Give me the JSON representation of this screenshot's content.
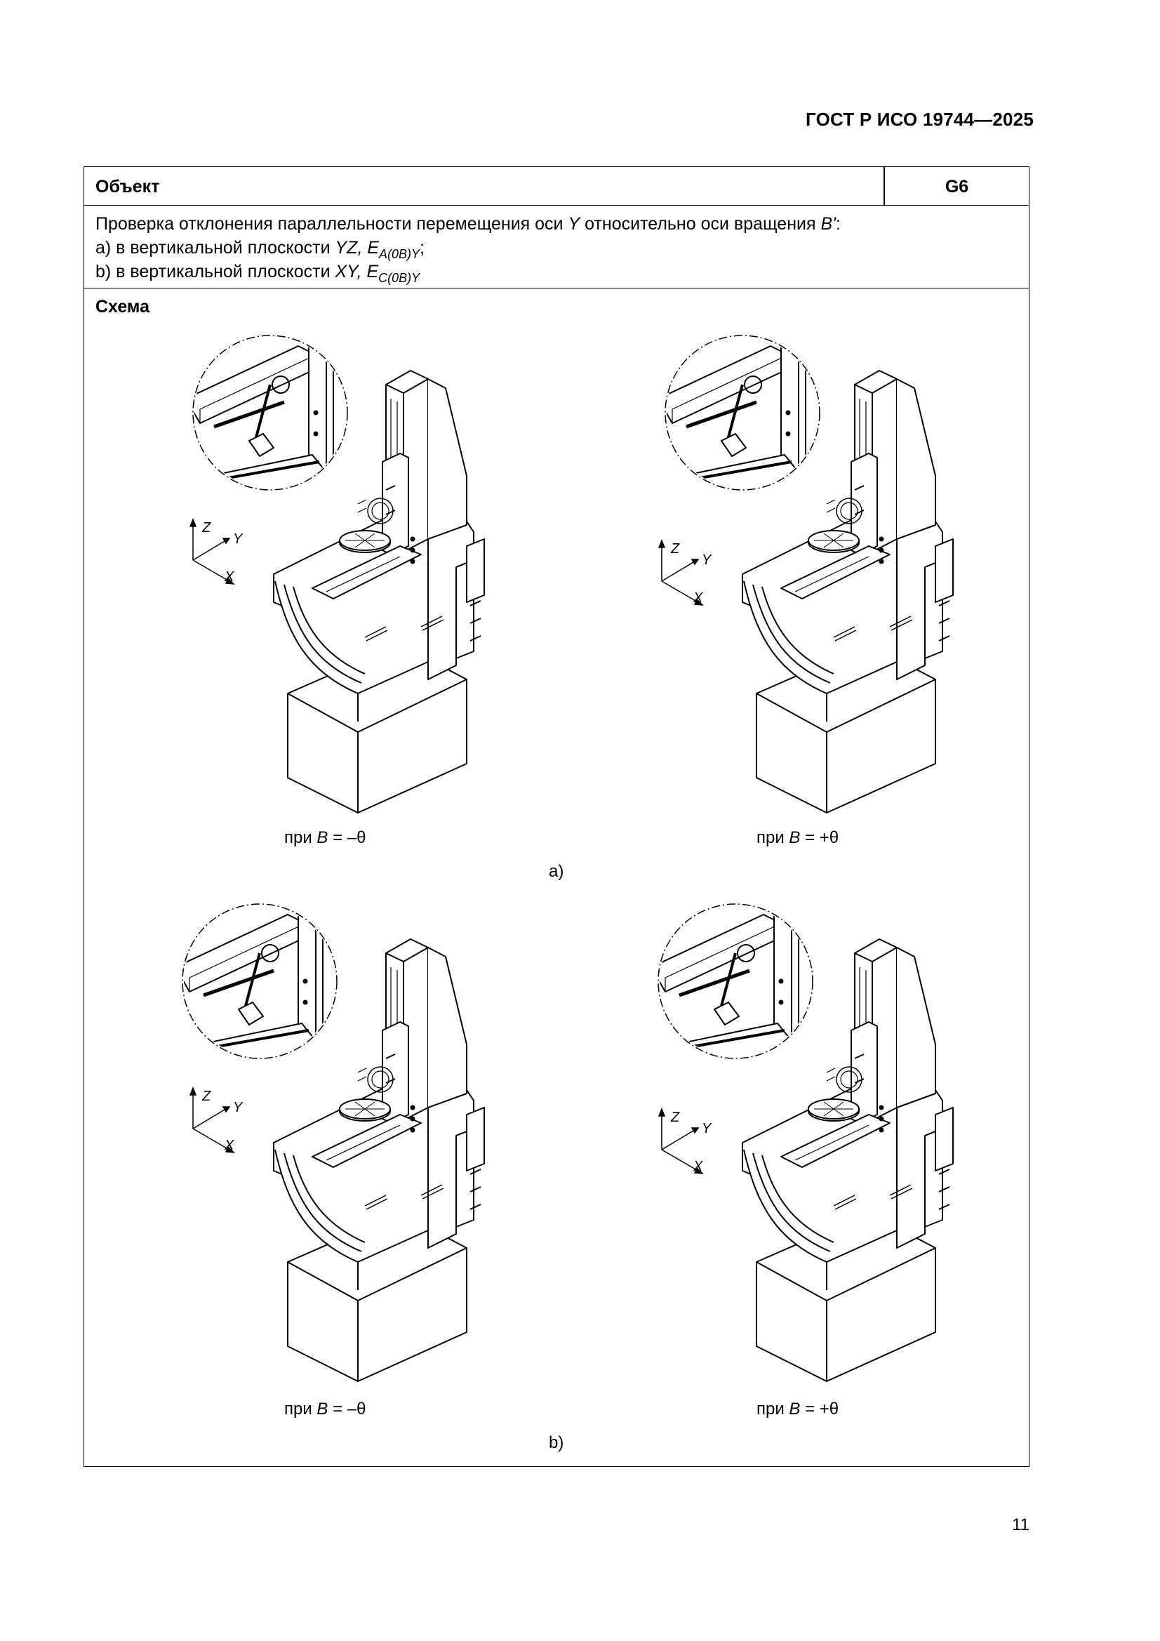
{
  "header": {
    "standard_code": "ГОСТ Р ИСО 19744—2025"
  },
  "table": {
    "object_label": "Объект",
    "object_code": "G6",
    "description": {
      "intro_pre": "Проверка отклонения параллельности перемещения оси ",
      "intro_axis": "Y",
      "intro_mid": " относительно оси вращения ",
      "intro_axis2": "B'",
      "intro_end": ":",
      "item_a_prefix": "a)  в вертикальной плоскости ",
      "item_a_plane": "YZ, E",
      "item_a_sub": "A(0B)Y",
      "item_a_end": ";",
      "item_b_prefix": "b)  в вертикальной плоскости ",
      "item_b_plane": "XY, E",
      "item_b_sub": "C(0B)Y"
    },
    "scheme_label": "Схема"
  },
  "figures": {
    "axis_labels": {
      "z": "Z",
      "y": "Y",
      "x": "X"
    },
    "caption_prefix": "при ",
    "caption_var": "B",
    "caption_minus": " = –θ",
    "caption_plus": " = +θ",
    "part_a": "a)",
    "part_b": "b)"
  },
  "page_number": "11"
}
